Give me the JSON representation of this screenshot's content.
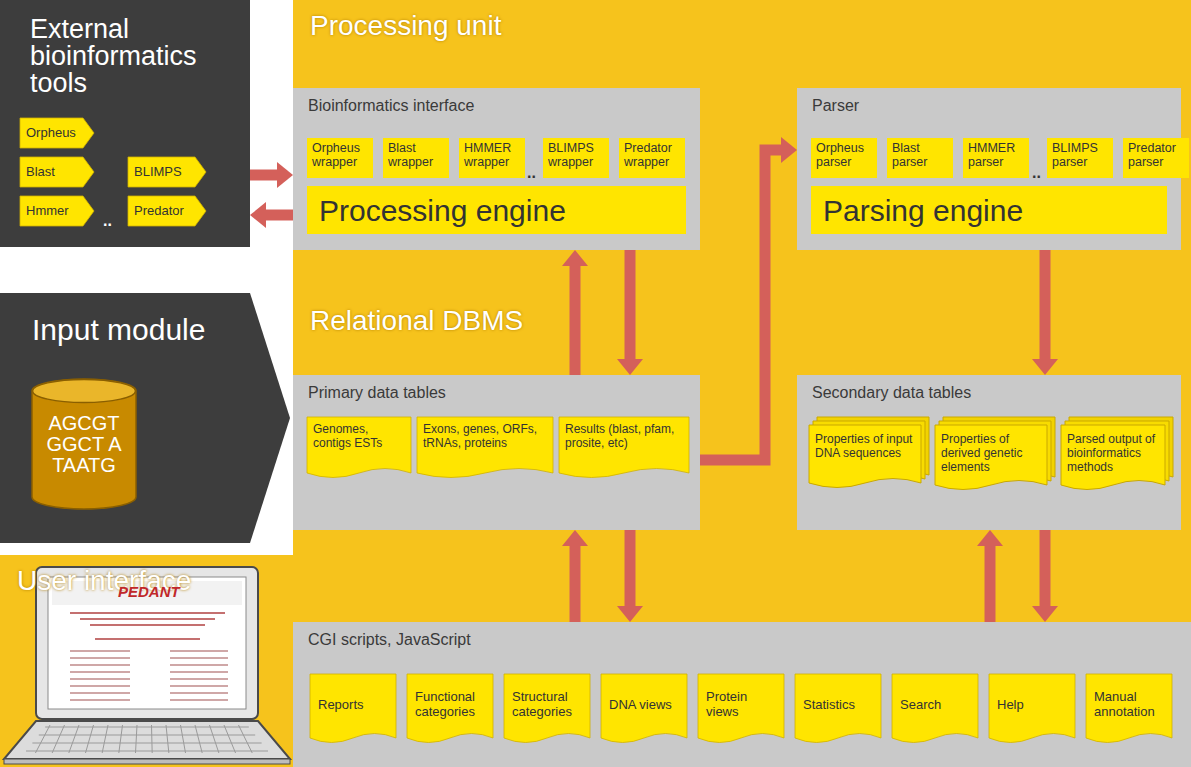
{
  "diagram": {
    "nodes": [
      {
        "text": [
          "External bioinformatics tools"
        ]
      },
      {
        "text": [
          "Orpheus"
        ],
        "in": 0
      },
      {
        "text": [
          "Blast"
        ],
        "in": 0
      },
      {
        "text": [
          "BLIMPS"
        ],
        "in": 0
      },
      {
        "text": [
          "Hmmer"
        ],
        "in": 0
      },
      {
        "text": [
          "Predator"
        ],
        "in": 0
      },
      {
        "text": [
          "Processing unit"
        ]
      },
      {
        "text": [
          "Bioinformatics interface"
        ],
        "in": 6
      },
      {
        "text": [
          "Orpheus wrapper"
        ],
        "in": 7
      },
      {
        "text": [
          "Blast wrapper"
        ],
        "in": 7
      },
      {
        "text": [
          "HMMER wrapper"
        ],
        "in": 7
      },
      {
        "text": [
          "BLIMPS wrapper"
        ],
        "in": 7
      },
      {
        "text": [
          "Predator wrapper"
        ],
        "in": 7
      },
      {
        "text": [
          "Processing engine"
        ],
        "in": 7
      },
      {
        "text": [
          "Parser"
        ],
        "in": 6
      },
      {
        "text": [
          "Orpheus parser"
        ],
        "in": 14
      },
      {
        "text": [
          "Blast parser"
        ],
        "in": 14
      },
      {
        "text": [
          "HMMER parser"
        ],
        "in": 14
      },
      {
        "text": [
          "BLIMPS parser"
        ],
        "in": 14
      },
      {
        "text": [
          "Predator parser"
        ],
        "in": 14
      },
      {
        "text": [
          "Parsing engine"
        ],
        "in": 14
      },
      {
        "text": [
          "Input module"
        ]
      },
      {
        "text": [
          "AGCGT GGCT A TAATG"
        ],
        "in": 21
      },
      {
        "text": [
          "Relational DBMS"
        ]
      },
      {
        "text": [
          "Primary data tables"
        ],
        "in": 23
      },
      {
        "text": [
          "Genomes, contigs ESTs"
        ],
        "in": 24
      },
      {
        "text": [
          "Exons, genes, ORFs, tRNAs, proteins"
        ],
        "in": 24
      },
      {
        "text": [
          "Results (blast, pfam, prosite, etc)"
        ],
        "in": 24
      },
      {
        "text": [
          "Secondary data tables"
        ],
        "in": 23
      },
      {
        "text": [
          "Properties of input DNA sequences"
        ],
        "in": 28
      },
      {
        "text": [
          "Properties of derived genetic elements"
        ],
        "in": 28
      },
      {
        "text": [
          "Parsed output of bioinformatics methods"
        ],
        "in": 28
      },
      {
        "text": [
          "User interface"
        ]
      },
      {
        "text": [
          "CGI scripts, JavaScript"
        ],
        "in": 32
      },
      {
        "text": [
          "Reports"
        ],
        "in": 33
      },
      {
        "text": [
          "Functional categories"
        ],
        "in": 33
      },
      {
        "text": [
          "Structural categories"
        ],
        "in": 33
      },
      {
        "text": [
          "DNA views"
        ],
        "in": 33
      },
      {
        "text": [
          "Protein views"
        ],
        "in": 33
      },
      {
        "text": [
          "Statistics"
        ],
        "in": 33
      },
      {
        "text": [
          "Search"
        ],
        "in": 33
      },
      {
        "text": [
          "Help"
        ],
        "in": 33
      },
      {
        "text": [
          "Manual annotation"
        ],
        "in": 33
      }
    ],
    "edges": [
      {
        "from": 0,
        "to": 7,
        "arrow": "to"
      },
      {
        "from": 7,
        "to": 0,
        "arrow": "to"
      },
      {
        "from": 24,
        "to": 7,
        "arrow": "to"
      },
      {
        "from": 7,
        "to": 24,
        "arrow": "to"
      },
      {
        "from": 24,
        "to": 14,
        "arrow": "to"
      },
      {
        "from": 14,
        "to": 28,
        "arrow": "to"
      },
      {
        "from": 33,
        "to": 24,
        "arrow": "to"
      },
      {
        "from": 24,
        "to": 33,
        "arrow": "to"
      },
      {
        "from": 33,
        "to": 28,
        "arrow": "to"
      },
      {
        "from": 28,
        "to": 33,
        "arrow": "to"
      }
    ],
    "labels": [
      "..",
      "..",
      "..",
      "PEDANT"
    ]
  }
}
